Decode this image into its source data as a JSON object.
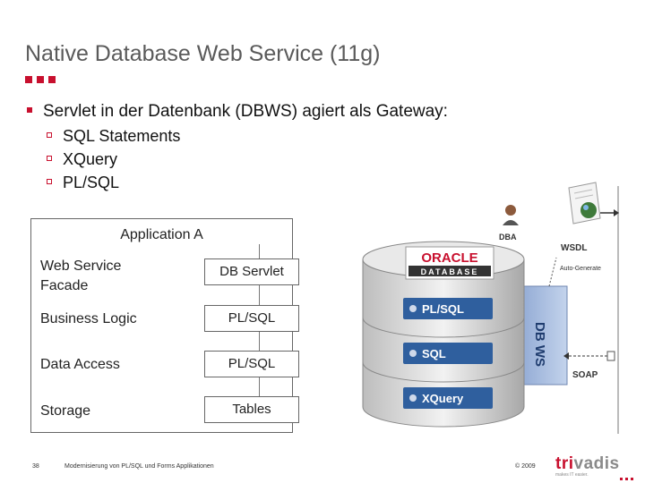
{
  "slide": {
    "title": "Native Database Web Service (11g)",
    "main_bullet": "Servlet in der Datenbank (DBWS) agiert als Gateway:",
    "sub_bullets": [
      "SQL Statements",
      "XQuery",
      "PL/SQL"
    ]
  },
  "app_box": {
    "title": "Application A",
    "layers": [
      {
        "label": "Web Service Facade",
        "module": "DB Servlet"
      },
      {
        "label": "Business Logic",
        "module": "PL/SQL"
      },
      {
        "label": "Data Access",
        "module": "PL/SQL"
      },
      {
        "label": "Storage",
        "module": "Tables"
      }
    ]
  },
  "db_diagram": {
    "brand": "ORACLE",
    "brand_sub": "DATABASE",
    "layers": [
      "PL/SQL",
      "SQL",
      "XQuery"
    ],
    "dbws_label": "DB WS",
    "dba_label": "DBA",
    "wsdl_label": "WSDL",
    "auto_generate": "Auto-Generate",
    "soap_label": "SOAP"
  },
  "footer": {
    "page_number": "38",
    "text": "Modernisierung von PL/SQL und Forms Applikationen",
    "copyright": "© 2009",
    "logo_prefix": "tri",
    "logo_suffix": "vadis",
    "logo_tagline": "makes IT easier."
  },
  "colors": {
    "accent": "#c8102e",
    "db_blue": "#2f5f9e",
    "dbws_panel": "#a9bfe0"
  }
}
